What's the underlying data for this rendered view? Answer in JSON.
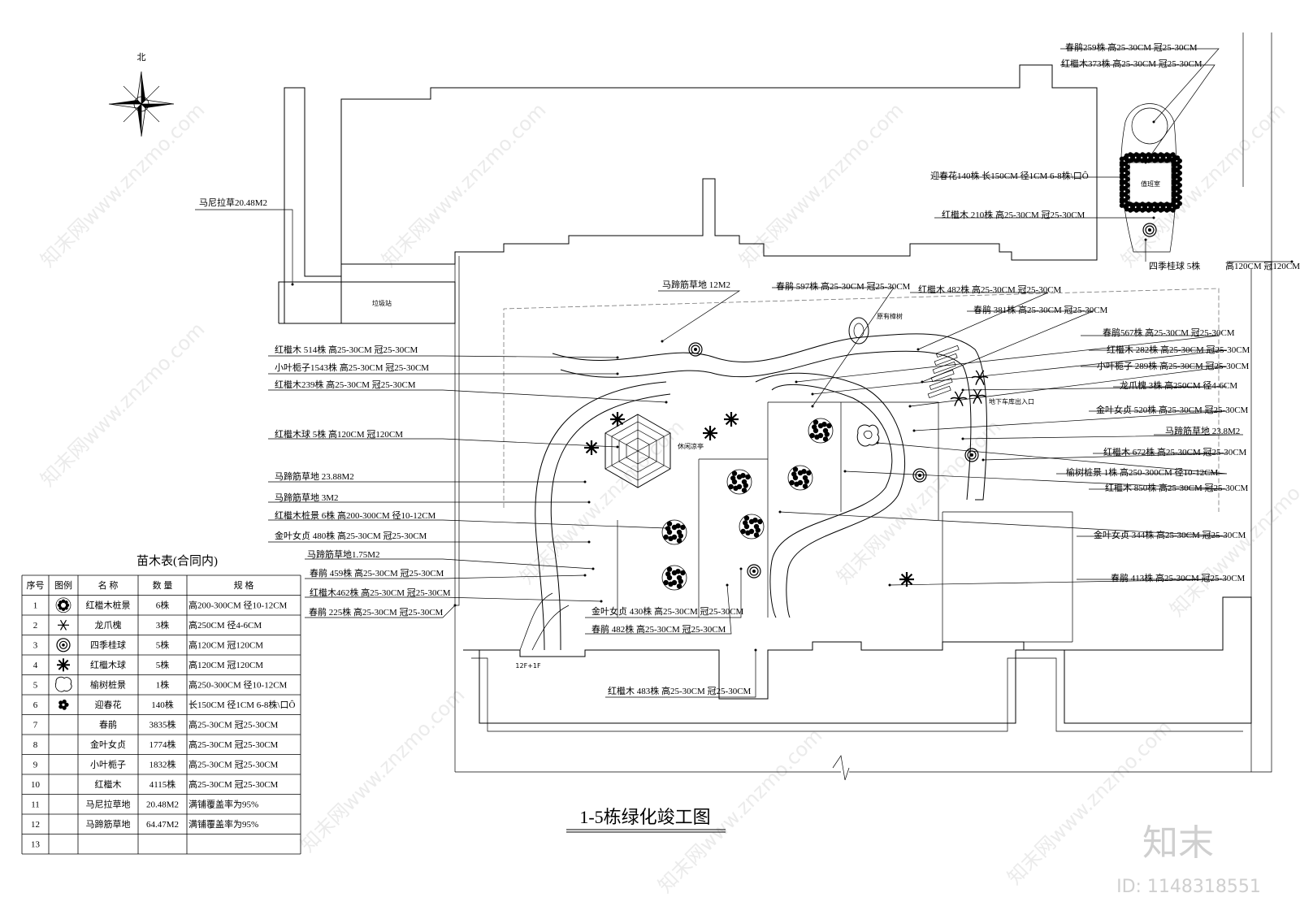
{
  "north_label": "北",
  "title": "1-5栋绿化竣工图",
  "watermark_text": "知末网www.znzmo.com",
  "brand": {
    "logo": "知末",
    "id": "ID: 1148318551"
  },
  "places": {
    "garbage": "垃圾站",
    "duty_room": "值班室",
    "old_tree": "原有樟树",
    "pavilion": "休闲凉亭",
    "garage": "地下车库出入口",
    "floor": "12F+1F"
  },
  "callouts_left": [
    "马尼拉草20.48M2",
    "马蹄筋草地 12M2",
    "红檵木 514株 高25-30CM 冠25-30CM",
    "小叶栀子1543株 高25-30CM 冠25-30CM",
    "红檵木239株 高25-30CM 冠25-30CM",
    "红檵木球 5株 高120CM 冠120CM",
    "马蹄筋草地 23.88M2",
    "马蹄筋草地 3M2",
    "红檵木桩景 6株 高200-300CM 径10-12CM",
    "金叶女贞 480株 高25-30CM 冠25-30CM",
    "马蹄筋草地1.75M2",
    "春鹃 459株 高25-30CM 冠25-30CM",
    "红檵木462株 高25-30CM 冠25-30CM",
    "春鹃 225株 高25-30CM 冠25-30CM",
    "金叶女贞 430株 高25-30CM 冠25-30CM",
    "春鹃 482株 高25-30CM 冠25-30CM",
    "红檵木 483株 高25-30CM 冠25-30CM"
  ],
  "callouts_right": [
    "春鹃259株 高25-30CM 冠25-30CM",
    "红檵木373株 高25-30CM 冠25-30CM",
    "迎春花140株 长150CM 径1CM 6-8株\\口Ô",
    "红檵木 210株 高25-30CM 冠25-30CM",
    "四季桂球  5株",
    "高120CM 冠120CM",
    "春鹃 597株 高25-30CM 冠25-30CM",
    "红檵木 482株 高25-30CM 冠25-30CM",
    "春鹃 381株 高25-30CM 冠25-30CM",
    "春鹃567株 高25-30CM 冠25-30CM",
    "红檵木 282株 高25-30CM 冠25-30CM",
    "小叶栀子 289株 高25-30CM 冠25-30CM",
    "龙爪槐 3株 高250CM 径4-6CM",
    "金叶女贞 520株 高25-30CM 冠25-30CM",
    "马蹄筋草地 23.8M2",
    "红檵木 672株 高25-30CM 冠25-30CM",
    "榆树桩景  1株 高250-300CM 径10-12CM",
    "红檵木 850株 高25-30CM 冠25-30CM",
    "金叶女贞 344株 高25-30CM 冠25-30CM",
    "春鹃 413株 高25-30CM 冠25-30CM"
  ],
  "nursery_table": {
    "title": "苗木表(合同内)",
    "headers": [
      "序号",
      "图例",
      "名 称",
      "数 量",
      "规    格"
    ],
    "rows": [
      [
        "1",
        "stump-tree-icon",
        "红檵木桩景",
        "6株",
        "高200-300CM 径10-12CM"
      ],
      [
        "2",
        "weeping-tree-icon",
        "龙爪槐",
        "3株",
        "高250CM 径4-6CM"
      ],
      [
        "3",
        "ball-shrub-icon",
        "四季桂球",
        "5株",
        "高120CM 冠120CM"
      ],
      [
        "4",
        "star-shrub-icon",
        "红檵木球",
        "5株",
        "高120CM 冠120CM"
      ],
      [
        "5",
        "elm-stump-icon",
        "榆树桩景",
        "1株",
        "高250-300CM 径10-12CM"
      ],
      [
        "6",
        "jasmine-icon",
        "迎春花",
        "140株",
        "长150CM 径1CM 6-8株\\口Ô"
      ],
      [
        "7",
        "",
        "春鹃",
        "3835株",
        "高25-30CM 冠25-30CM"
      ],
      [
        "8",
        "",
        "金叶女贞",
        "1774株",
        "高25-30CM 冠25-30CM"
      ],
      [
        "9",
        "",
        "小叶栀子",
        "1832株",
        "高25-30CM 冠25-30CM"
      ],
      [
        "10",
        "",
        "红檵木",
        "4115株",
        "高25-30CM 冠25-30CM"
      ],
      [
        "11",
        "",
        "马尼拉草地",
        "20.48M2",
        "满铺覆盖率为95%"
      ],
      [
        "12",
        "",
        "马蹄筋草地",
        "64.47M2",
        "满铺覆盖率为95%"
      ],
      [
        "13",
        "",
        "",
        "",
        ""
      ]
    ]
  }
}
